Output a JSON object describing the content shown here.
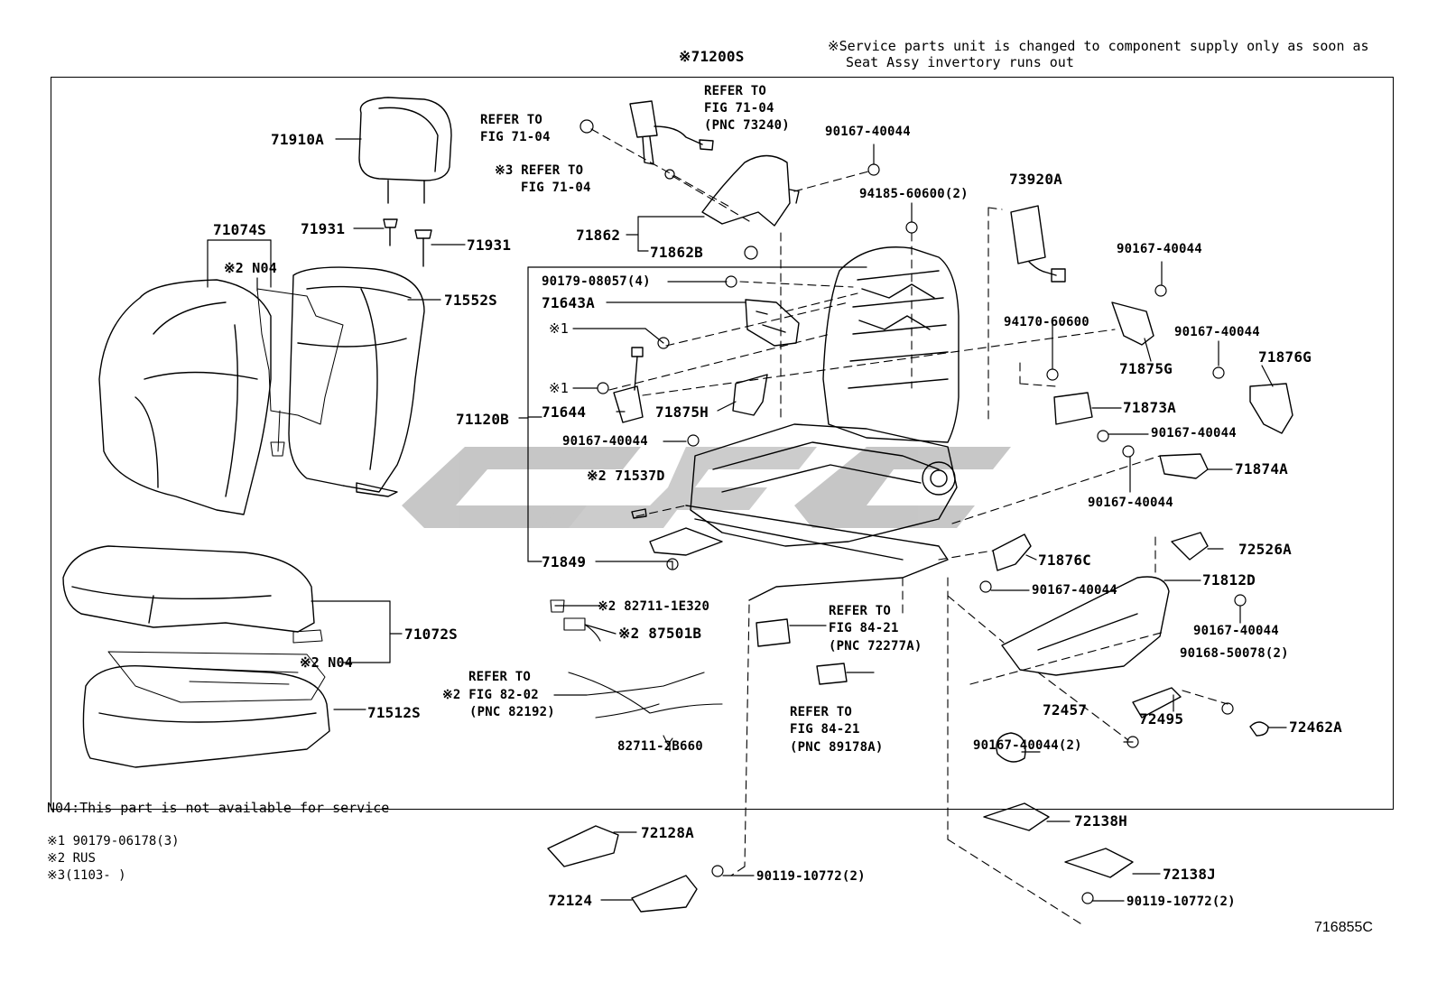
{
  "header_note": [
    "※Service parts unit is changed to component supply only as soon as",
    "Seat Assy invertory runs out"
  ],
  "figure_code": "716855C",
  "footnotes": {
    "n04": "N04:This part is not available for service",
    "mark1": "※1 90179-06178(3)",
    "mark2": "※2 RUS",
    "mark3": "※3(1103-     )"
  },
  "parts": {
    "p71200S": "※71200S",
    "p71910A": "71910A",
    "p71931a": "71931",
    "p71931b": "71931",
    "p71074S": "71074S",
    "p2N04a": "※2 N04",
    "p71552S": "71552S",
    "p71072S": "71072S",
    "p2N04b": "※2 N04",
    "p71512S": "71512S",
    "ref7104a": [
      "REFER TO",
      "FIG 71-04"
    ],
    "ref7104b": [
      "REFER TO",
      "FIG 71-04",
      "(PNC 73240)"
    ],
    "ref7104c": [
      "※3 REFER TO",
      "FIG 71-04"
    ],
    "p90167_top": "90167-40044",
    "p94185": "94185-60600(2)",
    "p73920A": "73920A",
    "p71862": "71862",
    "p71862B": "71862B",
    "p90179": "90179-08057(4)",
    "p71643A": "71643A",
    "p1a": "※1",
    "p1b": "※1",
    "p71120B": "71120B",
    "p71644": "71644",
    "p71875H": "71875H",
    "p90167_mid": "90167-40044",
    "p71537D": "※2 71537D",
    "p71849": "71849",
    "p90167_r1": "90167-40044",
    "p94170": "94170-60600",
    "p90167_r2": "90167-40044",
    "p71876G": "71876G",
    "p71875G": "71875G",
    "p71873A": "71873A",
    "p90167_r3": "90167-40044",
    "p71874A": "71874A",
    "p90167_r4": "90167-40044",
    "p71876C": "71876C",
    "p72526A": "72526A",
    "p71812D": "71812D",
    "p90167_r5": "90167-40044",
    "p90167_r6": "90167-40044",
    "p90168": "90168-50078(2)",
    "p72457": "72457",
    "p72495": "72495",
    "p72462A": "72462A",
    "p90167_r7": "90167-40044(2)",
    "p82711_1E": "※2 82711-1E320",
    "p87501B": "※2 87501B",
    "ref8202": [
      "REFER TO",
      "※2 FIG 82-02",
      "(PNC 82192)"
    ],
    "p82711_2B": "82711-2B660",
    "ref8421a": [
      "REFER TO",
      "FIG 84-21",
      "(PNC 72277A)"
    ],
    "ref8421b": [
      "REFER TO",
      "FIG 84-21",
      "(PNC 89178A)"
    ],
    "p72128A": "72128A",
    "p72124": "72124",
    "p90119a": "90119-10772(2)",
    "p72138H": "72138H",
    "p72138J": "72138J",
    "p90119b": "90119-10772(2)"
  },
  "colors": {
    "ink": "#000000",
    "watermark": "#bdbdbd"
  }
}
